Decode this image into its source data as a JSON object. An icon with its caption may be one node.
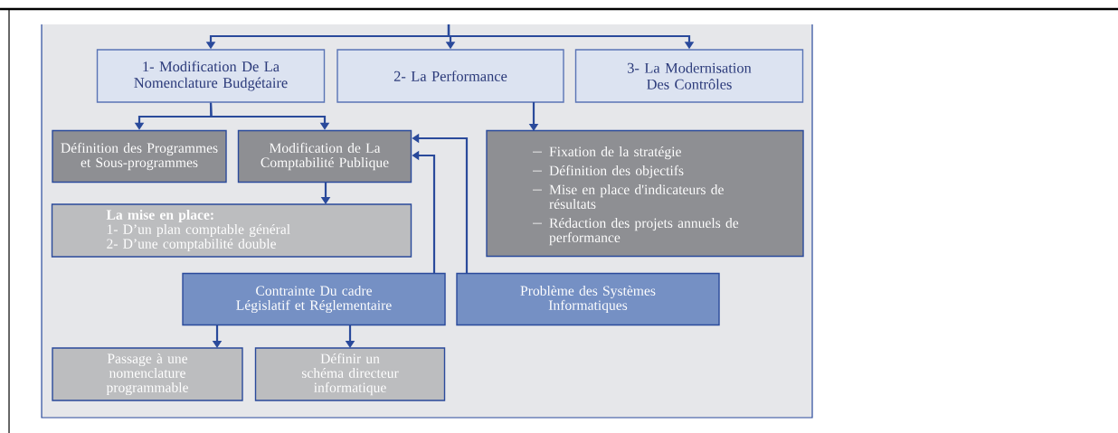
{
  "diagram": {
    "nodes": [
      {
        "text": [
          "1- Modification De La Nomenclature Budgétaire"
        ]
      },
      {
        "text": [
          "2- La Performance"
        ]
      },
      {
        "text": [
          "3- La Modernisation Des Contrôles"
        ]
      },
      {
        "text": [
          "Définition des Programmes et Sous-programmes"
        ]
      },
      {
        "text": [
          "Modification de La Comptabilité Publique"
        ]
      },
      {
        "text": [
          "La mise en place:",
          "1- D’un plan comptable général",
          "2- D’une comptabilité double"
        ]
      },
      {
        "text": [
          "Fixation de la stratégie",
          "Définition des objectifs",
          "Mise en place d'indicateurs de résultats",
          "Rédaction des projets annuels de performance"
        ]
      },
      {
        "text": [
          "Contrainte  Du cadre Législatif et Réglementaire"
        ]
      },
      {
        "text": [
          "Problème des Systèmes Informatiques"
        ]
      },
      {
        "text": [
          "Passage à une nomenclature programmable"
        ]
      },
      {
        "text": [
          "Définir un schéma directeur informatique"
        ]
      }
    ],
    "edges": [
      {
        "from": null,
        "to": 0,
        "arrow": "to"
      },
      {
        "from": null,
        "to": 1,
        "arrow": "to"
      },
      {
        "from": null,
        "to": 2,
        "arrow": "to"
      },
      {
        "from": 0,
        "to": 3,
        "arrow": "to"
      },
      {
        "from": 0,
        "to": 4,
        "arrow": "to"
      },
      {
        "from": 1,
        "to": 6,
        "arrow": "to"
      },
      {
        "from": 4,
        "to": 5,
        "arrow": "to"
      },
      {
        "from": 7,
        "to": 4,
        "arrow": "to"
      },
      {
        "from": 8,
        "to": 4,
        "arrow": "to"
      },
      {
        "from": 7,
        "to": 9,
        "arrow": "to"
      },
      {
        "from": 7,
        "to": 10,
        "arrow": "to"
      }
    ]
  }
}
